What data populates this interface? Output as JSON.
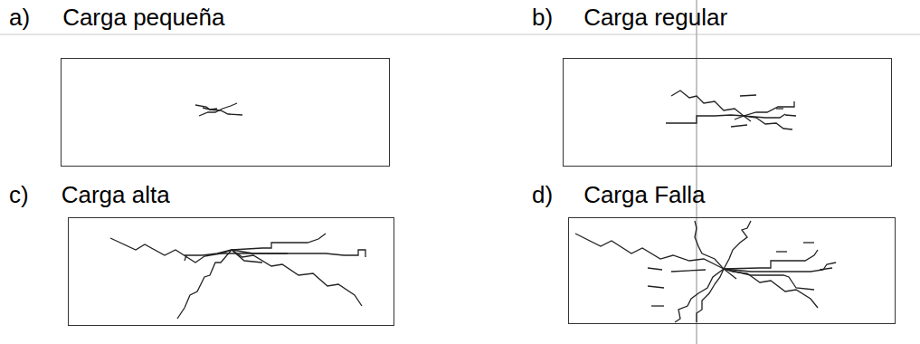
{
  "diagram": {
    "nodes": [
      {
        "text": [
          "a)",
          "Carga pequeña"
        ]
      },
      {
        "text": [
          "b)",
          "Carga regular"
        ]
      },
      {
        "text": [
          "c)",
          "Carga alta"
        ]
      },
      {
        "text": [
          "d)",
          "Carga Falla"
        ]
      }
    ]
  }
}
